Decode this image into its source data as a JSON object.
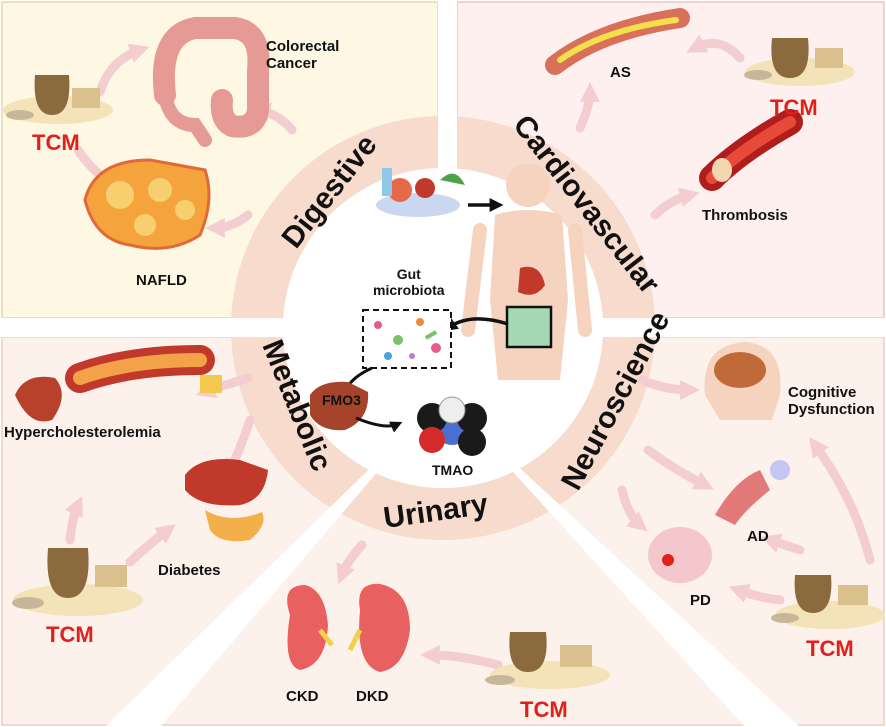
{
  "systems": {
    "digestive": "Digestive",
    "cardiovascular": "Cardiovascular",
    "metabolic": "Metabolic",
    "neuroscience": "Neuroscience",
    "urinary": "Urinary"
  },
  "diseases": {
    "colorectal_cancer": "Colorectal\nCancer",
    "nafld": "NAFLD",
    "as": "AS",
    "thrombosis": "Thrombosis",
    "hypercholesterolemia": "Hypercholesterolemia",
    "diabetes": "Diabetes",
    "cognitive_dysfunction": "Cognitive\nDysfunction",
    "ad": "AD",
    "pd": "PD",
    "ckd": "CKD",
    "dkd": "DKD"
  },
  "center": {
    "gut_microbiota": "Gut\nmicrobiota",
    "fmo3": "FMO3",
    "tmao": "TMAO"
  },
  "tcm_label": "TCM",
  "colors": {
    "digestive_panel": "#fdf7e3",
    "cardio_panel": "#fdf0ef",
    "lower_panel": "#fdf1ec",
    "ring": "#f7dccd",
    "tcm_text": "#e0201b",
    "arrow": "#f3cdd0"
  }
}
